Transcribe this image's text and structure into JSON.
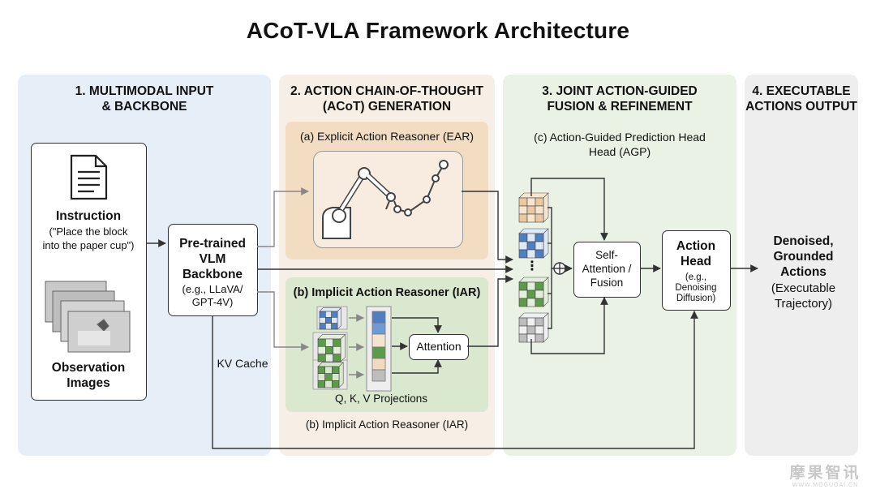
{
  "title": "ACoT-VLA Framework Architecture",
  "sections": [
    {
      "lines": [
        "1. MULTIMODAL INPUT",
        "& BACKBONE"
      ]
    },
    {
      "lines": [
        "2. ACTION CHAIN-OF-THOUGHT",
        "(ACoT) GENERATION"
      ]
    },
    {
      "lines": [
        "3. JOINT ACTION-GUIDED",
        "FUSION & REFINEMENT"
      ]
    },
    {
      "lines": [
        "4. EXECUTABLE",
        "ACTIONS OUTPUT"
      ]
    }
  ],
  "input": {
    "instruction_title": "Instruction",
    "instruction_text": [
      "(\"Place the block",
      "into the paper cup\")"
    ],
    "observation_title": [
      "Observation",
      "Images"
    ]
  },
  "backbone": {
    "title": [
      "Pre-trained",
      "VLM",
      "Backbone"
    ],
    "examples": [
      "(e.g., LLaVA/",
      "GPT-4V)"
    ],
    "kv_cache": "KV Cache"
  },
  "ear": {
    "label": "(a) Explicit Action Reasoner (EAR)"
  },
  "iar": {
    "label": "(b) Implicit Action Reasoner (IAR)",
    "attention": "Attention",
    "projections": "Q, K, V Projections",
    "caption": "(b) Implicit Action Reasoner (IAR)"
  },
  "agp": {
    "label": [
      "(c) Action-Guided Prediction Head",
      "Head (AGP)"
    ],
    "dots": "⋮",
    "fusion": [
      "Self-",
      "Attention /",
      "Fusion"
    ]
  },
  "action_head": {
    "title": [
      "Action",
      "Head"
    ],
    "detail": [
      "(e.g.,",
      "Denoising",
      "Diffusion)"
    ]
  },
  "output": {
    "title": [
      "Denoised,",
      "Grounded",
      "Actions"
    ],
    "detail": [
      "(Executable",
      "Trajectory)"
    ]
  },
  "watermark": {
    "main": "摩果智讯",
    "sub": "WWW.MOGUOAI.CN"
  },
  "colors": {
    "panel1": "#e6eff8",
    "panel2": "#f7efe6",
    "panel3": "#e9f2e5",
    "panel4": "#eeeeee",
    "ear_bg": "#f2dcc2",
    "iar_bg": "#d9e8cf",
    "cube_tan": "#e9c9a0",
    "cube_blue": "#4f7fc1",
    "cube_green": "#5d9a4a",
    "cube_gray": "#bdbdbd"
  },
  "icons": [
    "document-icon",
    "robot-arm-icon",
    "trajectory-icon",
    "cube-grid-icon",
    "plus-circle-icon",
    "arrow-icon"
  ]
}
